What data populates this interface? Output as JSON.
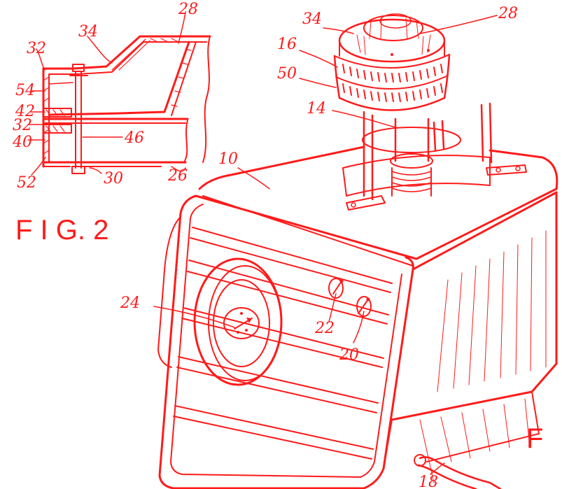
{
  "figure": {
    "caption_fig2": "F I G. 2",
    "caption_fig1_partial": "F",
    "ink_color": "#ff1a1a"
  },
  "reference_numerals": {
    "fig2": [
      "34",
      "28",
      "32",
      "54",
      "42",
      "32",
      "40",
      "52",
      "46",
      "30",
      "26"
    ],
    "fig1": [
      "34",
      "28",
      "16",
      "50",
      "14",
      "10",
      "24",
      "22",
      "20",
      "18"
    ]
  }
}
